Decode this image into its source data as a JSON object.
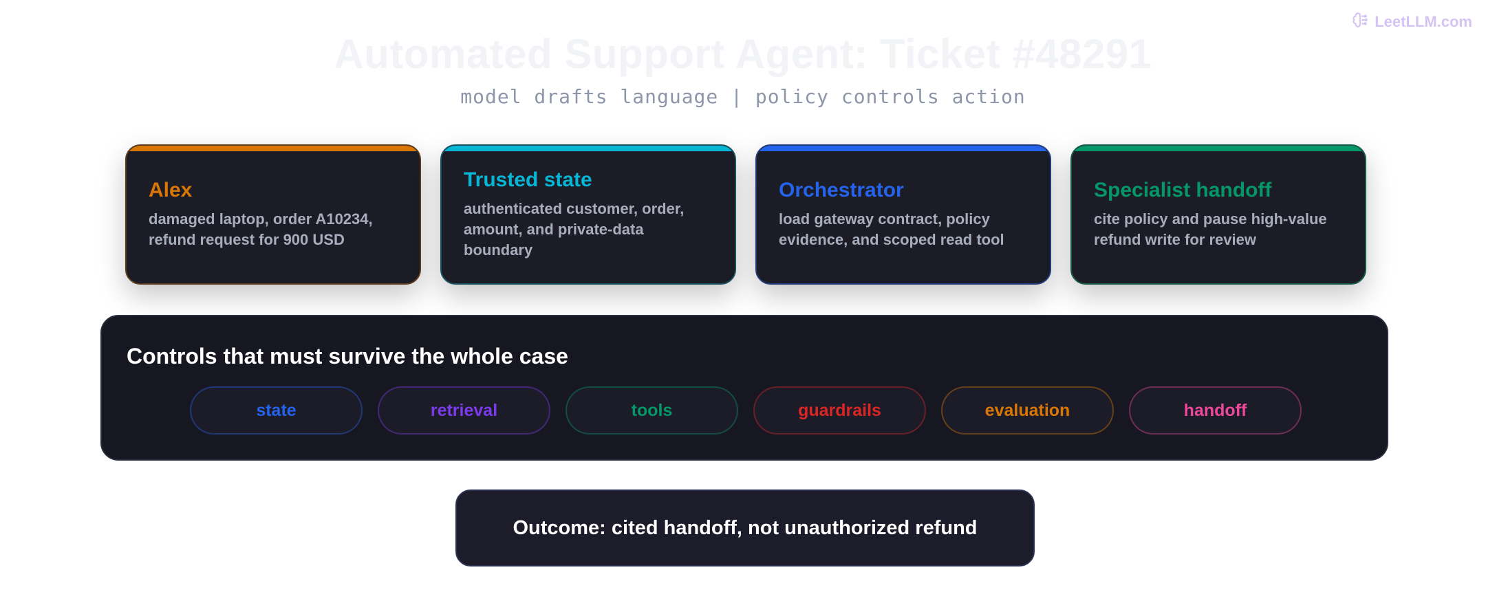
{
  "brand": {
    "label": "LeetLLM.com",
    "color": "#d4c4f4"
  },
  "header": {
    "title": "Automated Support Agent: Ticket #48291",
    "subtitle": "model drafts language | policy controls action"
  },
  "cards": [
    {
      "title": "Alex",
      "body": "damaged laptop, order A10234, refund request for 900 USD",
      "color": "#d97706"
    },
    {
      "title": "Trusted state",
      "body": "authenticated customer, order, amount, and private-data boundary",
      "color": "#06b6d4"
    },
    {
      "title": "Orchestrator",
      "body": "load gateway contract, policy evidence, and scoped read tool",
      "color": "#2563eb"
    },
    {
      "title": "Specialist handoff",
      "body": "cite policy and pause high-value refund write for review",
      "color": "#059669"
    }
  ],
  "controls": {
    "heading": "Controls that must survive the whole case",
    "pills": [
      {
        "label": "state",
        "color": "#2563eb"
      },
      {
        "label": "retrieval",
        "color": "#7c3aed"
      },
      {
        "label": "tools",
        "color": "#059669"
      },
      {
        "label": "guardrails",
        "color": "#dc2626"
      },
      {
        "label": "evaluation",
        "color": "#d97706"
      },
      {
        "label": "handoff",
        "color": "#ec4899"
      }
    ]
  },
  "outcome": {
    "label": "Outcome: cited handoff, not unauthorized refund"
  }
}
